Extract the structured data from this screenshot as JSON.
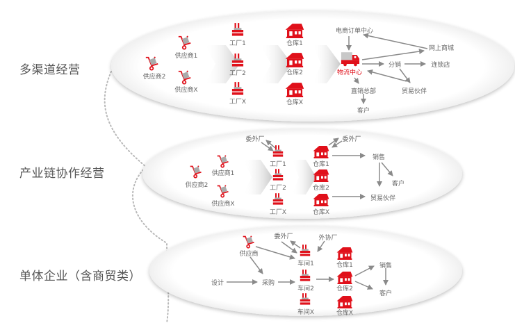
{
  "sections": [
    {
      "title": "多渠道经营"
    },
    {
      "title": "产业链协作经营"
    },
    {
      "title": "单体企业（含商贸类）"
    }
  ],
  "multi_channel": {
    "suppliers": [
      "供应商2",
      "供应商1",
      "供应商X"
    ],
    "factories": [
      "工厂1",
      "工厂2",
      "工厂X"
    ],
    "warehouses": [
      "仓库1",
      "仓库2",
      "仓库X"
    ],
    "logistics_center": "物流中心",
    "ecommerce_order_center": "电商订单中心",
    "online_mall": "网上商城",
    "distribution": "分销",
    "chain_store": "连锁店",
    "trade_partner": "贸易伙伴",
    "direct_sales_hq": "直销总部",
    "customer": "客户"
  },
  "industry_chain": {
    "suppliers": [
      "供应商2",
      "供应商1",
      "供应商X"
    ],
    "factories": [
      "工厂1",
      "工厂2",
      "工厂X"
    ],
    "warehouses": [
      "仓库1",
      "仓库2",
      "仓库X"
    ],
    "outsource_factory_1": "委外厂",
    "outsource_factory_2": "委外厂",
    "sales": "销售",
    "customer": "客户",
    "trade_partner": "贸易伙伴"
  },
  "single_enterprise": {
    "supplier": "供应商",
    "outsource_factory": "委外厂",
    "cooperation_factory": "外协厂",
    "design": "设计",
    "purchase": "采购",
    "workshops": [
      "车间1",
      "车间2",
      "车间X"
    ],
    "warehouses": [
      "仓库1",
      "仓库2",
      "仓库X"
    ],
    "sales": "销售",
    "customer": "客户"
  },
  "colors": {
    "accent": "#e0101a",
    "arrow": "#8a8a8a",
    "text": "#666666"
  }
}
